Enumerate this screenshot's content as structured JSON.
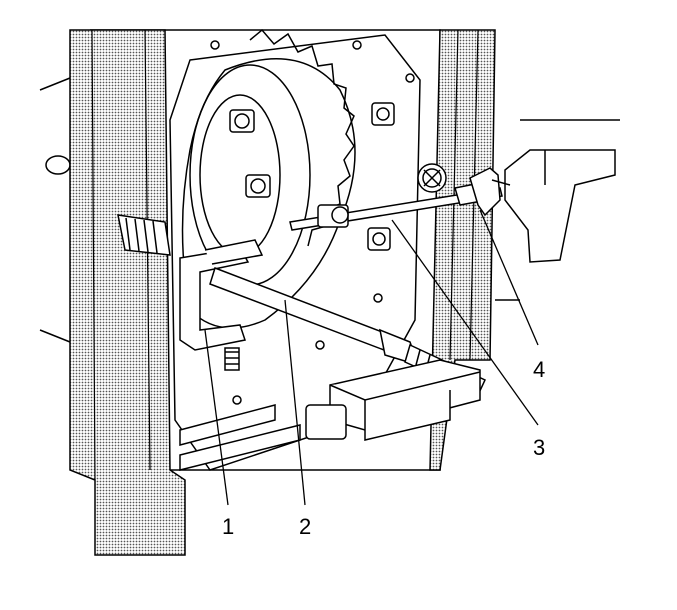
{
  "callouts": [
    {
      "id": "1",
      "label": "1"
    },
    {
      "id": "2",
      "label": "2"
    },
    {
      "id": "3",
      "label": "3"
    },
    {
      "id": "4",
      "label": "4"
    }
  ],
  "colors": {
    "ink": "#000000",
    "paper": "#ffffff",
    "frame_dots": "#9a9a9a"
  }
}
